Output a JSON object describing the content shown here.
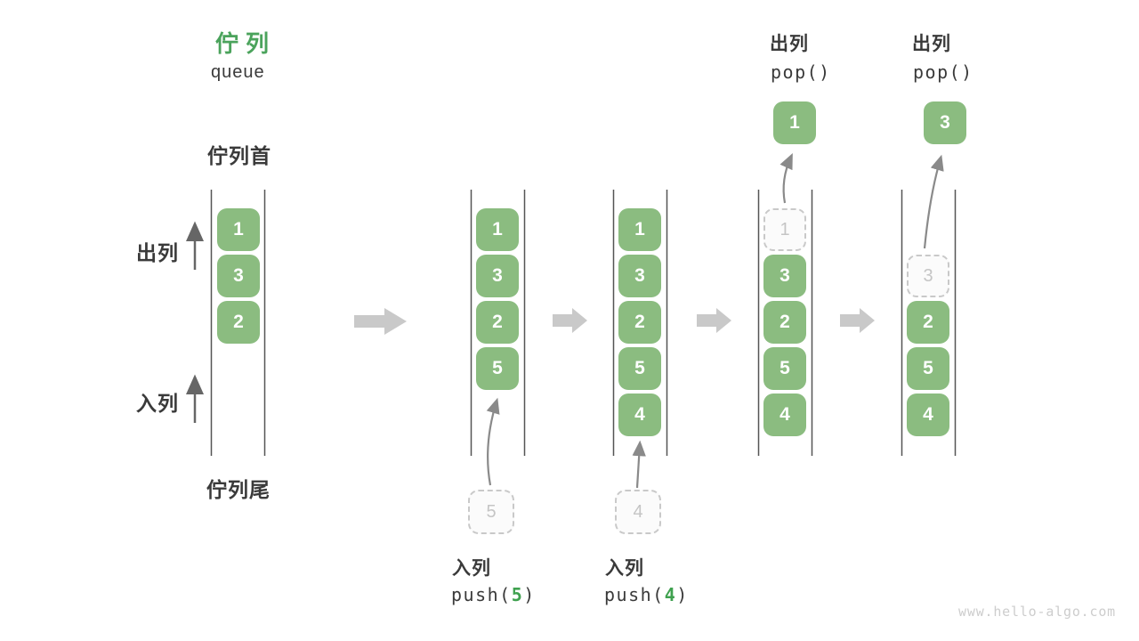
{
  "title": {
    "zh": "佇列",
    "en": "queue"
  },
  "side_labels": {
    "front": "佇列首",
    "dequeue": "出列",
    "enqueue": "入列",
    "rear": "佇列尾"
  },
  "columns": [
    {
      "cells": [
        "1",
        "3",
        "2"
      ]
    },
    {
      "cells": [
        "1",
        "3",
        "2",
        "5"
      ],
      "ghost_value": "5",
      "action": {
        "label": "入列",
        "code_pre": "push(",
        "code_arg": "5",
        "code_post": ")"
      }
    },
    {
      "cells": [
        "1",
        "3",
        "2",
        "5",
        "4"
      ],
      "ghost_value": "4",
      "action": {
        "label": "入列",
        "code_pre": "push(",
        "code_arg": "4",
        "code_post": ")"
      }
    },
    {
      "ghost_value": "1",
      "cells": [
        "3",
        "2",
        "5",
        "4"
      ],
      "popped_value": "1",
      "action": {
        "label": "出列",
        "code": "pop()"
      }
    },
    {
      "ghost_value": "3",
      "cells": [
        "2",
        "5",
        "4"
      ],
      "popped_value": "3",
      "action": {
        "label": "出列",
        "code": "pop()"
      }
    }
  ],
  "watermark": "www.hello-algo.com",
  "colors": {
    "title_green": "#4BA35C",
    "cell_green": "#8BBC80",
    "code_arg_green": "#3FA14F",
    "text_dark": "#3A3A3A",
    "ghost_gray": "#C9C9C9",
    "arrow_gray": "#8A8A8A",
    "transition_gray": "#C9C9C9",
    "wall_gray": "#555555",
    "watermark_gray": "#CDCDCD"
  }
}
